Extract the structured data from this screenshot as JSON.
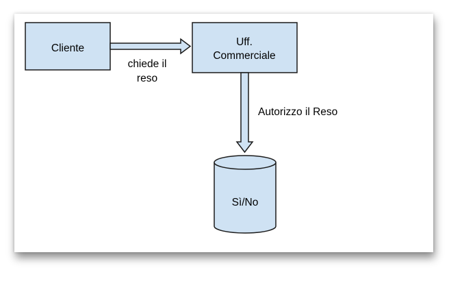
{
  "diagram": {
    "nodes": {
      "cliente": {
        "label": "Cliente"
      },
      "commerciale": {
        "line1": "Uff.",
        "line2": "Commerciale"
      },
      "database": {
        "label": "Sì/No"
      }
    },
    "edges": {
      "richiesta": {
        "line1": "chiede il",
        "line2": "reso"
      },
      "autorizzazione": {
        "label": "Autorizzo il Reso"
      }
    }
  },
  "colors": {
    "node_fill": "#cfe2f3",
    "node_stroke": "#1a1a1a",
    "arrow_fill": "#cfe2f3",
    "arrow_stroke": "#1a1a1a"
  }
}
